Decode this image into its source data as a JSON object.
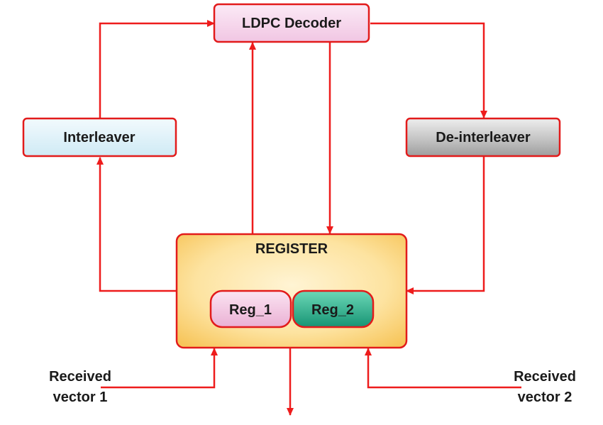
{
  "blocks": {
    "ldpc_decoder": "LDPC Decoder",
    "interleaver": "Interleaver",
    "deinterleaver": "De-interleaver",
    "register": "REGISTER",
    "reg1": "Reg_1",
    "reg2": "Reg_2"
  },
  "inputs": {
    "vector1_line1": "Received",
    "vector1_line2": "vector 1",
    "vector2_line1": "Received",
    "vector2_line2": "vector 2"
  }
}
